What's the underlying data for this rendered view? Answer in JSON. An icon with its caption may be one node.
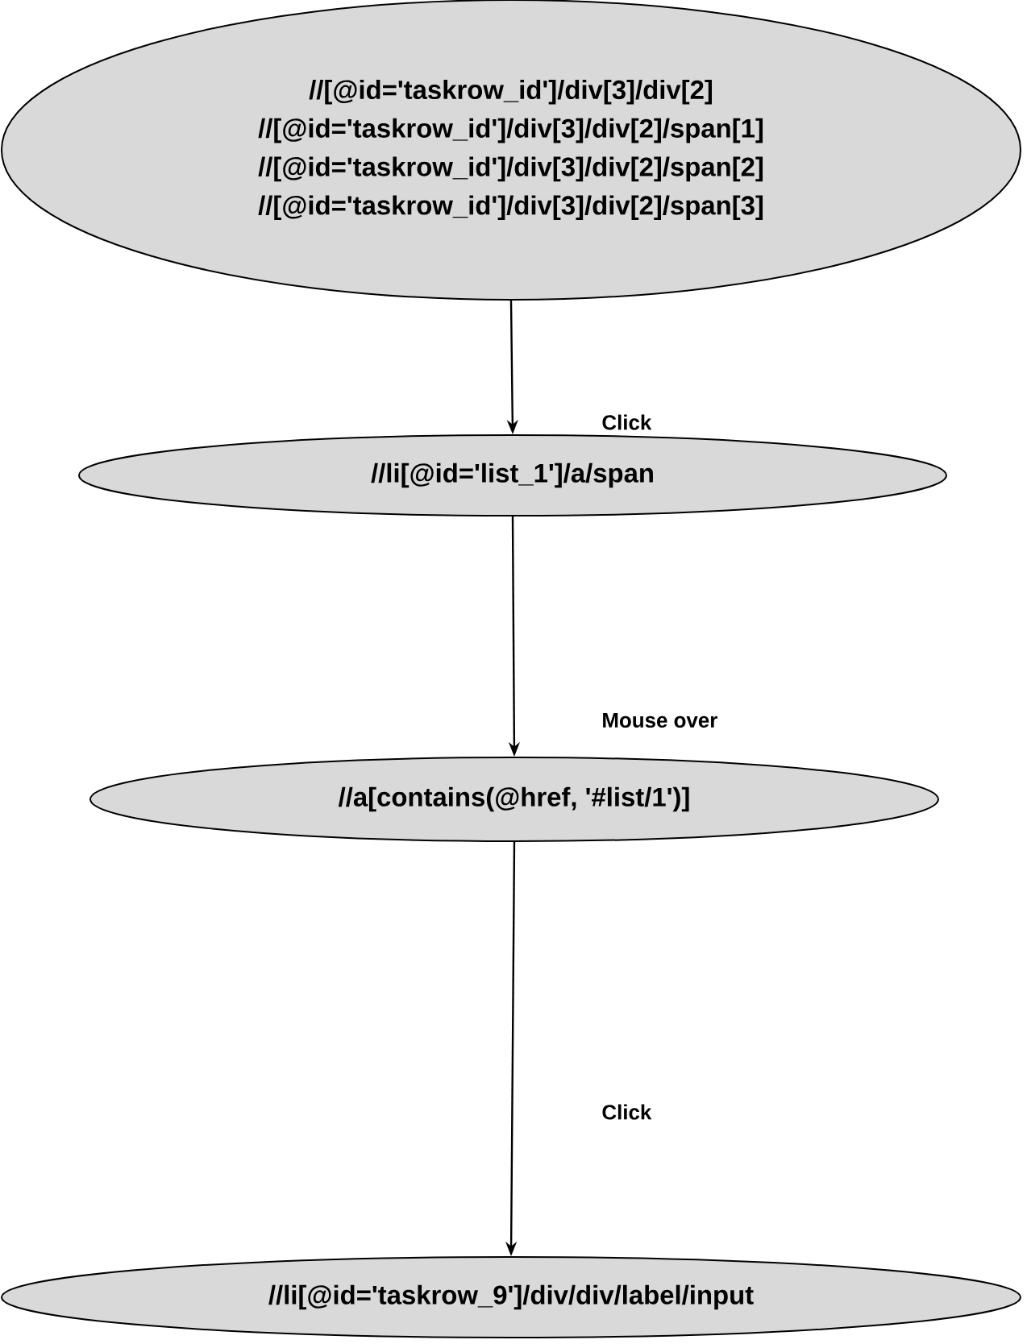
{
  "diagram": {
    "nodes": [
      {
        "text": [
          "//[@id='taskrow_id']/div[3]/div[2]",
          "//[@id='taskrow_id']/div[3]/div[2]/span[1]",
          "//[@id='taskrow_id']/div[3]/div[2]/span[2]",
          "//[@id='taskrow_id']/div[3]/div[2]/span[3]"
        ]
      },
      {
        "text": [
          "//li[@id='list_1']/a/span"
        ]
      },
      {
        "text": [
          "//a[contains(@href, '#list/1')]"
        ]
      },
      {
        "text": [
          "//li[@id='taskrow_9']/div/div/label/input"
        ]
      }
    ],
    "edges": [
      {
        "from": 0,
        "to": 1,
        "arrow": "to",
        "label": "Click"
      },
      {
        "from": 1,
        "to": 2,
        "arrow": "to",
        "label": "Mouse over"
      },
      {
        "from": 2,
        "to": 3,
        "arrow": "to",
        "label": "Click"
      }
    ]
  }
}
